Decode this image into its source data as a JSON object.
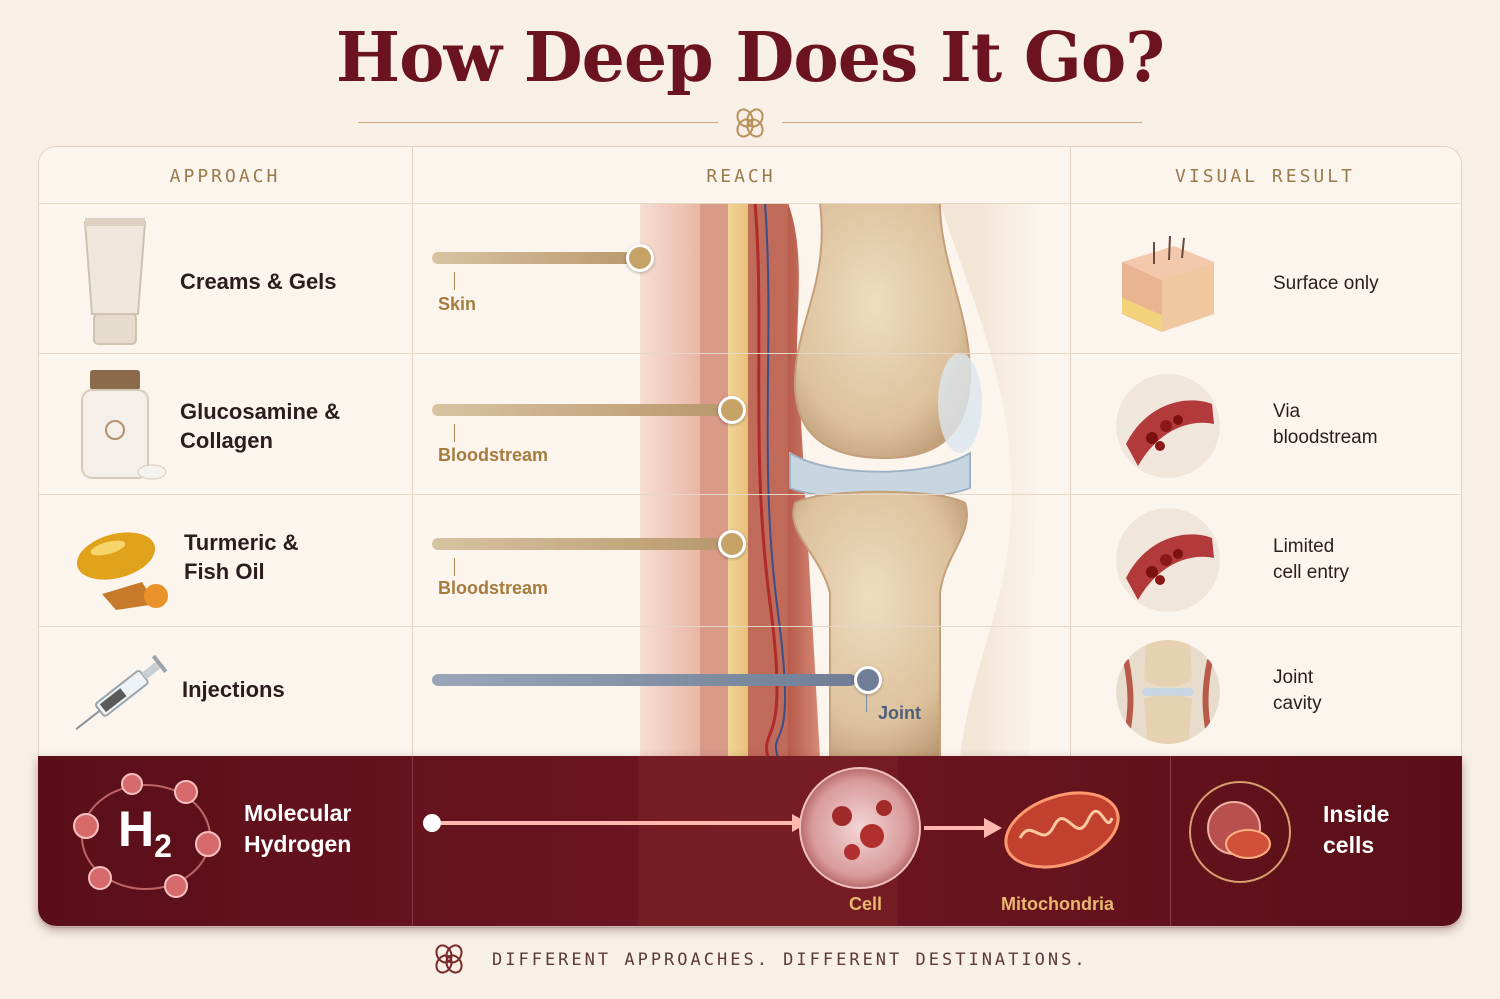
{
  "title": "How Deep Does It Go?",
  "headers": {
    "approach": "APPROACH",
    "reach": "REACH",
    "result": "VISUAL RESULT"
  },
  "rows": [
    {
      "approach": "Creams & Gels",
      "reach_label": "Skin",
      "result": "Surface only"
    },
    {
      "approach_line1": "Glucosamine &",
      "approach_line2": "Collagen",
      "reach_label": "Bloodstream",
      "result_line1": "Via",
      "result_line2": "bloodstream"
    },
    {
      "approach_line1": "Turmeric &",
      "approach_line2": "Fish Oil",
      "reach_label": "Bloodstream",
      "result_line1": "Limited",
      "result_line2": "cell entry"
    },
    {
      "approach": "Injections",
      "reach_label": "Joint",
      "result_line1": "Joint",
      "result_line2": "cavity"
    }
  ],
  "hydrogen": {
    "symbol": "H",
    "subscript": "2",
    "label_line1": "Molecular",
    "label_line2": "Hydrogen",
    "cell_label": "Cell",
    "mito_label": "Mitochondria",
    "result_line1": "Inside",
    "result_line2": "cells"
  },
  "footer": "DIFFERENT APPROACHES. DIFFERENT DESTINATIONS.",
  "colors": {
    "accent": "#6b1420",
    "gold": "#a67c3e",
    "bar_gold": "#c9a874",
    "bar_steel": "#8a96aa"
  }
}
